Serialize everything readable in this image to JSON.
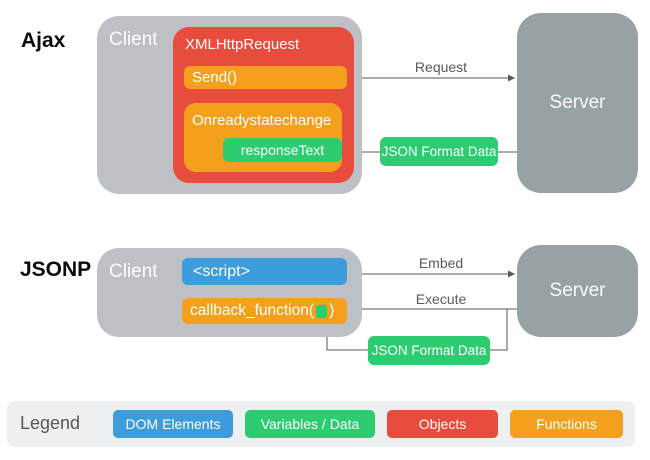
{
  "palette": {
    "client_gray": "#BDC1C6",
    "server_gray": "#96A2A3",
    "objects_red": "#E74C3C",
    "functions_orange": "#F4A01D",
    "data_green": "#2ECC71",
    "dom_blue": "#3D9CDC",
    "legend_bg": "#EDEFF0",
    "arrow_gray": "#58585A"
  },
  "ajax": {
    "section_label": "Ajax",
    "client_label": "Client",
    "xhr_label": "XMLHttpRequest",
    "send_label": "Send()",
    "onready_label": "Onreadystatechange",
    "response_label": "responseText",
    "server_label": "Server",
    "request_label": "Request",
    "json_badge": "JSON Format Data"
  },
  "jsonp": {
    "section_label": "JSONP",
    "client_label": "Client",
    "script_label": "<script>",
    "callback_prefix": "callback_function(",
    "callback_suffix": ")",
    "server_label": "Server",
    "embed_label": "Embed",
    "execute_label": "Execute",
    "json_badge": "JSON Format Data"
  },
  "legend": {
    "title": "Legend",
    "items": [
      {
        "label": "DOM Elements",
        "color": "#3D9CDC"
      },
      {
        "label": "Variables / Data",
        "color": "#2ECC71"
      },
      {
        "label": "Objects",
        "color": "#E74C3C"
      },
      {
        "label": "Functions",
        "color": "#F4A01D"
      }
    ]
  }
}
